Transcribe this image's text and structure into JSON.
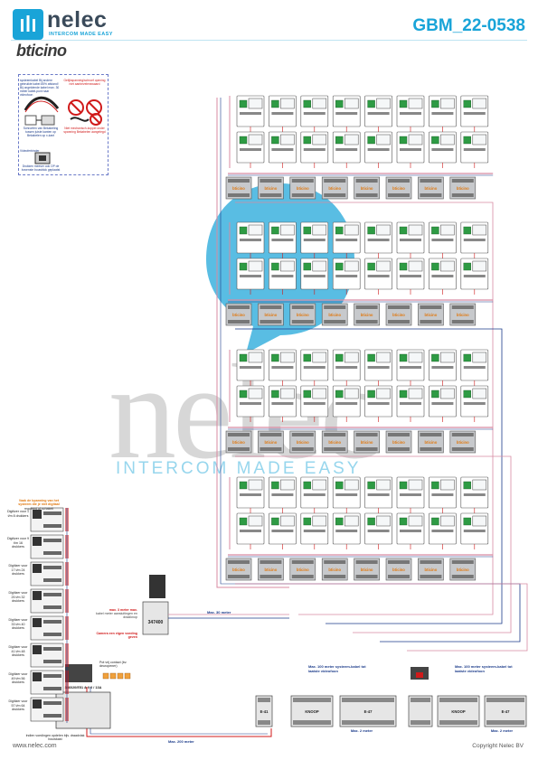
{
  "header": {
    "brand_name": "nelec",
    "brand_tagline": "INTERCOM MADE EASY",
    "partner_logo": "bticino",
    "doc_code": "GBM_22-0538"
  },
  "footer": {
    "website": "www.nelec.com",
    "copyright": "Copyright Nelec BV"
  },
  "watermark": {
    "text": "nelec",
    "tagline": "INTERCOM MADE EASY"
  },
  "legend": {
    "item1": "systeemkabel Bij andere gebruikte kabel 85% afstand! Bij ongeldende kabel max. 30 meter kabel-punt naar videofoon",
    "item2": "Gelijkspanning/schroef opening niet aanbevelenswaard",
    "item3": "Schroefen van Bekabeling tussen juiste kanten op Bekabelen op x-kant",
    "item4": "Niet mechanisch-koppel onder spanning Bekabelen aangelegd",
    "item5": "Videoferbinder",
    "item6": "Drukken meeser ook OP de bovenste bouwblok geplaatst"
  },
  "digital_panel": {
    "title_line1": "Vaak de bpanning van het",
    "title_line2": "systeem die je niet digitaal",
    "title_line3": "reguleert of schakelt",
    "rows": [
      "Digitizer voor 1 t/m 8 drukkers",
      "Digitizer voor 9 t/m 16 drukkers",
      "Digitizer voor 17 t/m 24 drukkers",
      "Digitizer voor 25 t/m 32 drukkers",
      "Digitizer voor 33 t/m 40 drukkers",
      "Digitizer voor 41 t/m 48 drukkers",
      "Digitizer voor 49 t/m 56 drukkers",
      "Digitizer voor 57 t/m 64 drukkers"
    ]
  },
  "equipment": {
    "controller_code": "347400",
    "power_supply": "346020/E51 & 0 0 / 13A",
    "mux_label": "KNOOP",
    "module_e47": "E-47",
    "module_e41": "E-41",
    "badge": "bticino"
  },
  "notes": {
    "max_3_meter": "max. 3 meter max.",
    "max_3_sub": "kabel meter aansluitingen en draaiknop",
    "camera_note": "Camera een eigen voeding geven",
    "pot_vrij": "Pot vrij contact (bv. deuropener)",
    "bottom_note": "Indien voedingen opdelen bijv. draadvlak bouwkast"
  },
  "cables": {
    "max_30": "Max. 30 meter",
    "max_200": "Max. 200 meter",
    "max_100_a": "Max. 100 meter systeem-kabel tot laatste videofoon",
    "max_100_b": "Max. 100 meter systeem-kabel tot laatste videofoon",
    "dist_small_1": "Max. 2 meter",
    "dist_small_2": "Max. 2 meter"
  },
  "colors": {
    "brand_blue": "#19a4d8",
    "cable_red": "#d01a1a",
    "cable_blue": "#1b3b8a",
    "cable_pink": "#d88aa2",
    "device_gray": "#c7c9cc",
    "screen": "#f5f7f8"
  },
  "groups": {
    "rows_per_block": 2,
    "columns": 8,
    "blocks": 4
  }
}
